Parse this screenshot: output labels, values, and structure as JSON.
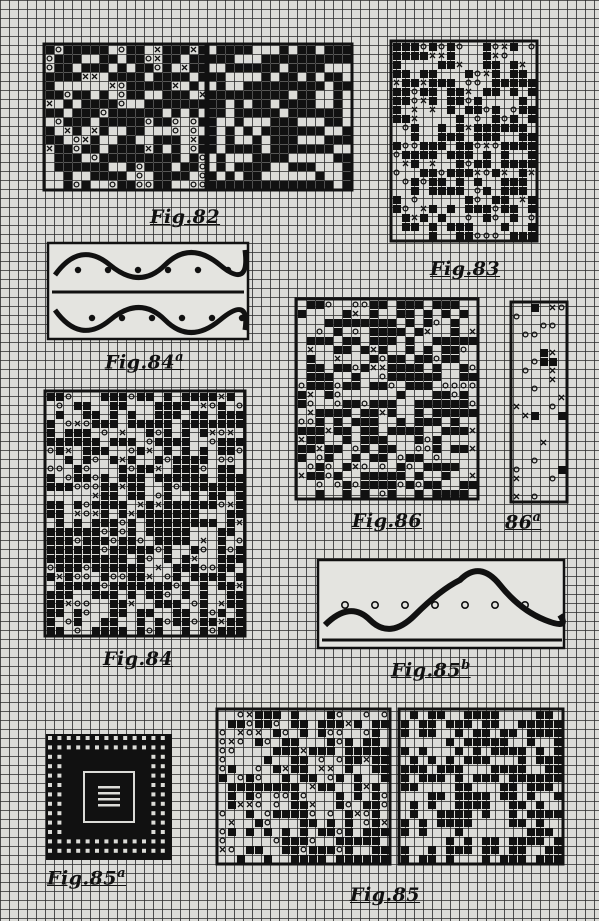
{
  "plate": {
    "background_color": "#d9d9d6",
    "grid_line_color": "#2a2a2a",
    "ink_color": "#111111"
  },
  "figures": [
    {
      "id": "82",
      "label": "Fig.82"
    },
    {
      "id": "83",
      "label": "Fig.83"
    },
    {
      "id": "84a",
      "label": "Fig.84",
      "sup": "a"
    },
    {
      "id": "84",
      "label": "Fig.84"
    },
    {
      "id": "86",
      "label": "Fig.86"
    },
    {
      "id": "86a",
      "label": "86",
      "sup": "a"
    },
    {
      "id": "85b",
      "label": "Fig.85",
      "sup": "b"
    },
    {
      "id": "85a",
      "label": "Fig.85",
      "sup": "a"
    },
    {
      "id": "85",
      "label": "Fig.85"
    }
  ]
}
